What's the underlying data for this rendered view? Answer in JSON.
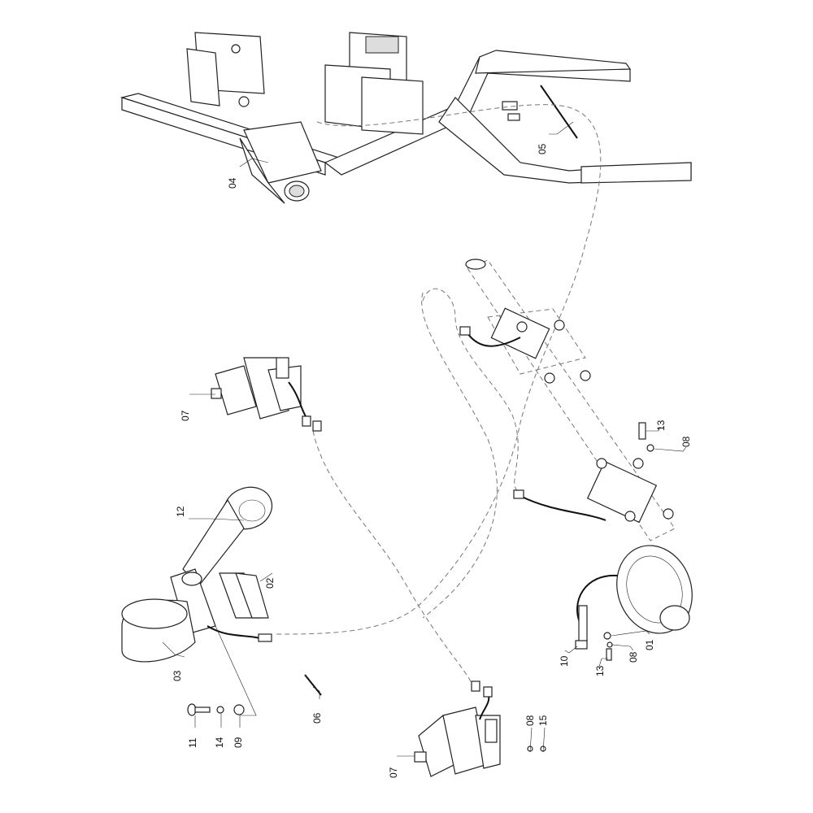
{
  "callouts": [
    "04",
    "05",
    "07",
    "12",
    "02",
    "03",
    "06",
    "11",
    "14",
    "09",
    "07",
    "08",
    "15",
    "13",
    "08",
    "10",
    "13",
    "08",
    "01"
  ]
}
